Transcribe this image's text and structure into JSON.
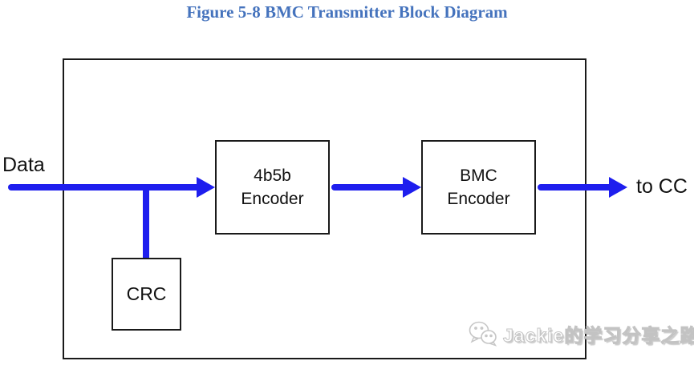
{
  "figure": {
    "title": "Figure 5-8 BMC Transmitter Block Diagram"
  },
  "labels": {
    "input": "Data",
    "output": "to CC"
  },
  "blocks": {
    "fourb5b_encoder": {
      "line1": "4b5b",
      "line2": "Encoder"
    },
    "bmc_encoder": {
      "line1": "BMC",
      "line2": "Encoder"
    },
    "crc": {
      "label": "CRC"
    }
  },
  "watermark": {
    "icon": "wechat-logo-icon",
    "text": "Jackie的学习分享之路"
  },
  "colors": {
    "arrow-blue": "#1e1eee",
    "title-blue": "#4573bd",
    "box-border": "#1a1a1a",
    "wm-gray": "#c3c3c3"
  }
}
